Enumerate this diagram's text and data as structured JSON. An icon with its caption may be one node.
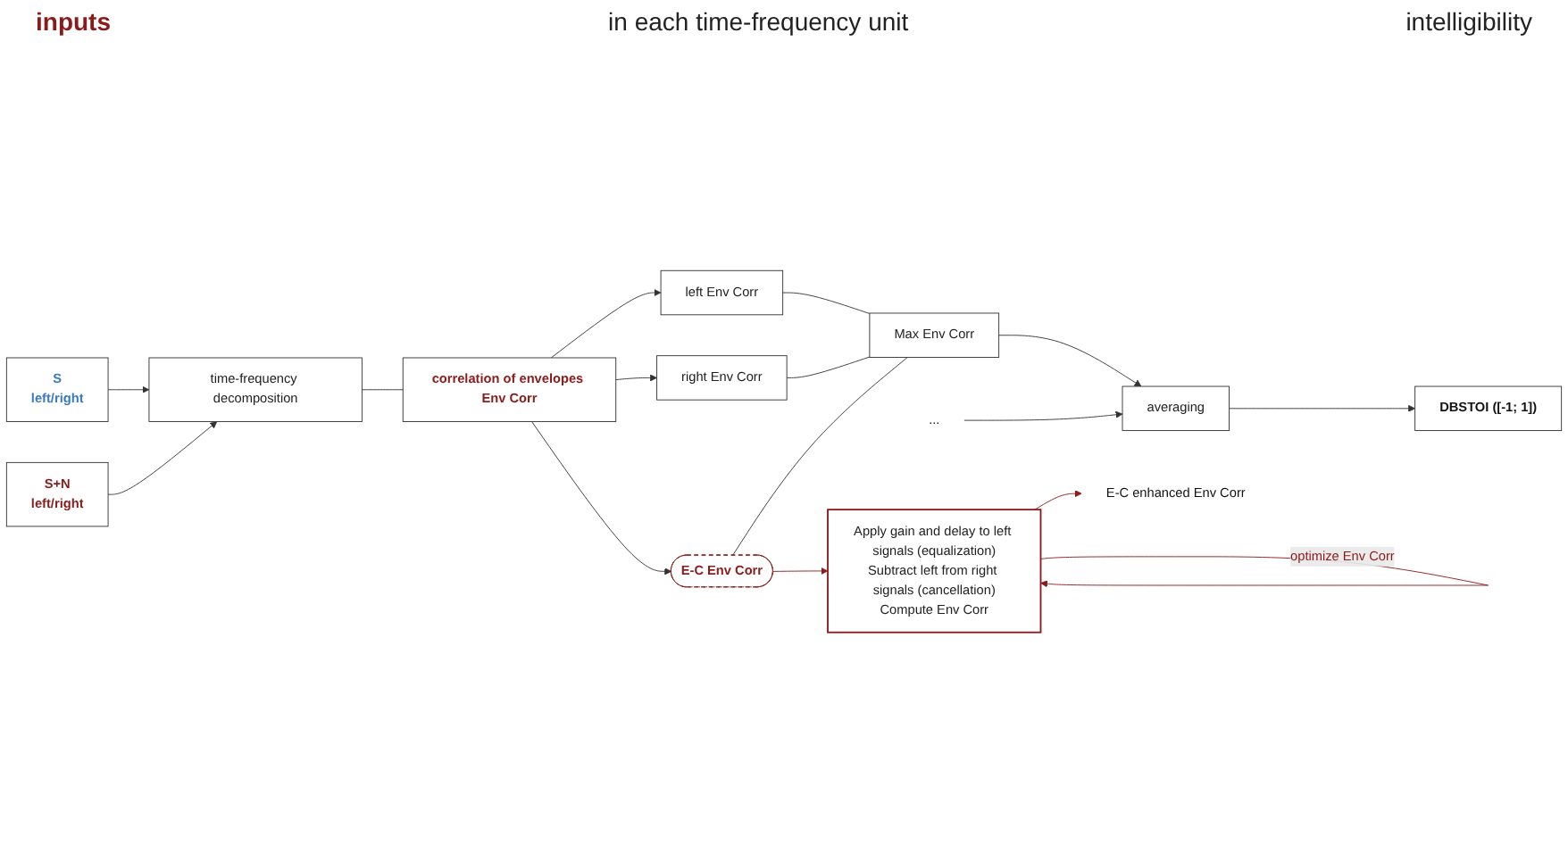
{
  "diagram": {
    "nodes": [
      {
        "text": [
          "S",
          "left/right"
        ]
      },
      {
        "text": [
          "S+N",
          "left/right"
        ]
      },
      {
        "text": [
          "time-frequency decomposition"
        ]
      },
      {
        "text": [
          "correlation of envelopes Env Corr"
        ]
      },
      {
        "text": [
          "left Env Corr"
        ]
      },
      {
        "text": [
          "right Env Corr"
        ]
      },
      {
        "text": [
          "E-C Env Corr"
        ]
      },
      {
        "text": [
          "Max Env Corr"
        ]
      },
      {
        "text": [
          "averaging"
        ]
      },
      {
        "text": [
          "DBSTOI ([-1; 1])"
        ]
      },
      {
        "text": [
          "Apply gain and delay to left signals (equalization)",
          "Subtract left from right signals (cancellation)",
          "Compute Env Corr"
        ]
      },
      {
        "text": [
          "E-C enhanced Env Corr"
        ]
      },
      {
        "text": [
          "..."
        ]
      }
    ],
    "edges": [
      {
        "from": 0,
        "to": 2,
        "arrow": "to"
      },
      {
        "from": 1,
        "to": 2,
        "arrow": "to"
      },
      {
        "from": 2,
        "to": 3,
        "arrow": "none"
      },
      {
        "from": 3,
        "to": 4,
        "arrow": "to"
      },
      {
        "from": 3,
        "to": 5,
        "arrow": "to"
      },
      {
        "from": 3,
        "to": 6,
        "arrow": "to"
      },
      {
        "from": 4,
        "to": 7,
        "arrow": "none"
      },
      {
        "from": 5,
        "to": 7,
        "arrow": "none"
      },
      {
        "from": 6,
        "to": 7,
        "arrow": "none"
      },
      {
        "from": 7,
        "to": 8,
        "arrow": "to"
      },
      {
        "from": 12,
        "to": 8,
        "arrow": "to"
      },
      {
        "from": 8,
        "to": 9,
        "arrow": "to"
      },
      {
        "from": 6,
        "to": 10,
        "arrow": "to",
        "color": "#8b1a1a"
      },
      {
        "from": 10,
        "to": 10,
        "arrow": "to",
        "label": "optimize Env Corr",
        "color": "#8b1a1a"
      },
      {
        "from": 10,
        "to": 11,
        "arrow": "to",
        "color": "#8b1a1a"
      }
    ],
    "labels": [
      "inputs",
      "in each time-frequency unit",
      "intelligibility"
    ]
  }
}
